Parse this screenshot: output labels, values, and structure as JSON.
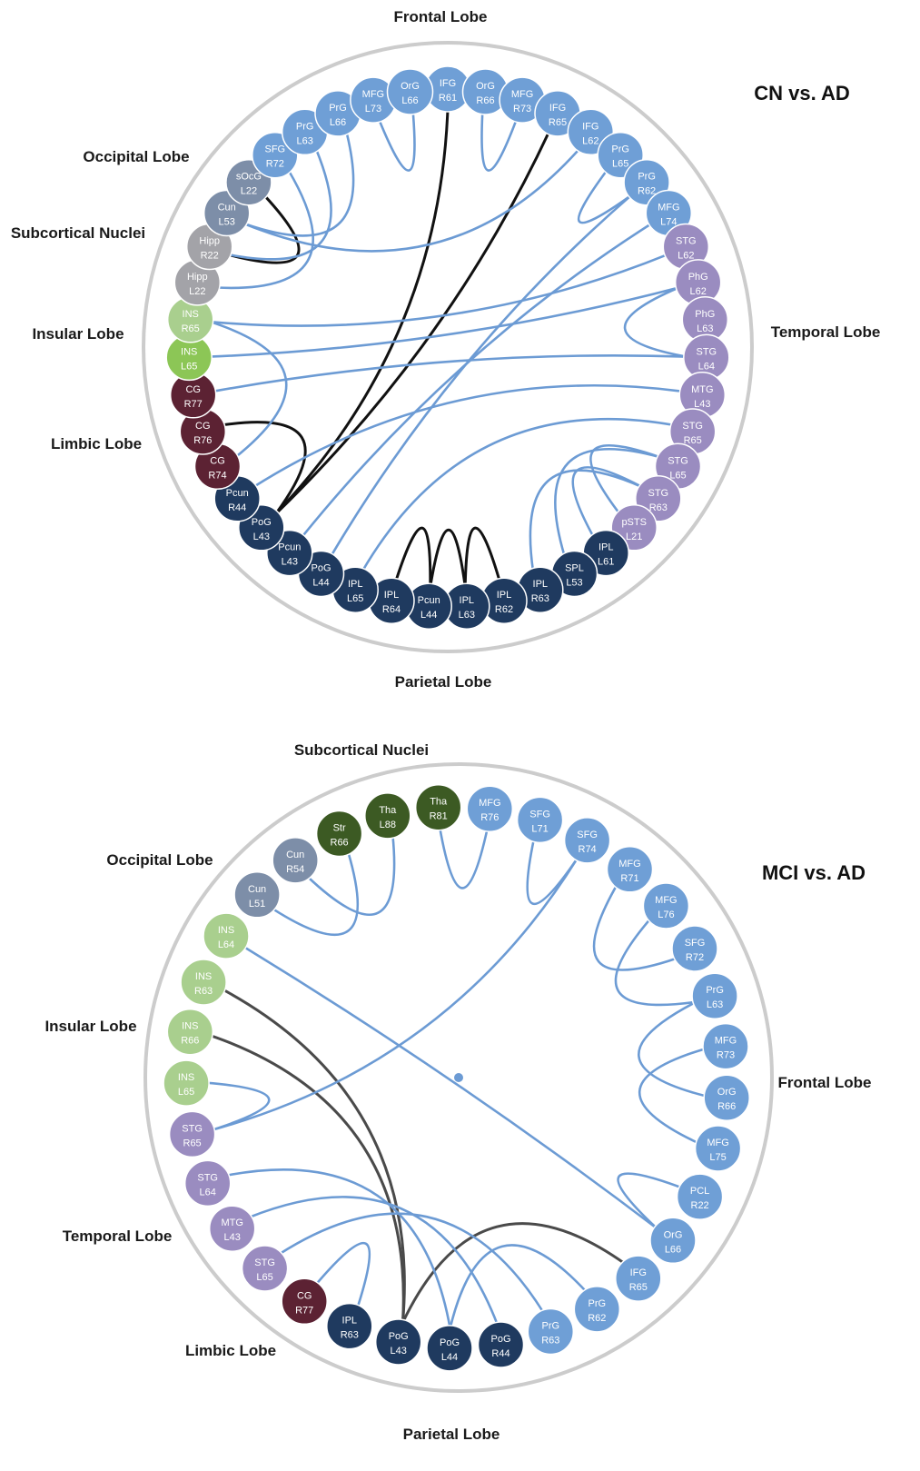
{
  "panels": [
    {
      "title": "CN vs. AD",
      "lobes": [
        {
          "key": "frontal",
          "text": "Frontal Lobe"
        },
        {
          "key": "occipital",
          "text": "Occipital Lobe"
        },
        {
          "key": "subcortical",
          "text": "Subcortical Nuclei"
        },
        {
          "key": "insular",
          "text": "Insular Lobe"
        },
        {
          "key": "limbic",
          "text": "Limbic Lobe"
        },
        {
          "key": "temporal",
          "text": "Temporal Lobe"
        },
        {
          "key": "parietal",
          "text": "Parietal Lobe"
        }
      ],
      "nodes": [
        {
          "id": "IFG_R61",
          "name": "IFG",
          "code": "R61",
          "lobe": "frontal"
        },
        {
          "id": "OrG_R66",
          "name": "OrG",
          "code": "R66",
          "lobe": "frontal"
        },
        {
          "id": "MFG_R73",
          "name": "MFG",
          "code": "R73",
          "lobe": "frontal"
        },
        {
          "id": "IFG_R65",
          "name": "IFG",
          "code": "R65",
          "lobe": "frontal"
        },
        {
          "id": "IFG_L62",
          "name": "IFG",
          "code": "L62",
          "lobe": "frontal"
        },
        {
          "id": "PrG_L65",
          "name": "PrG",
          "code": "L65",
          "lobe": "frontal"
        },
        {
          "id": "PrG_R62",
          "name": "PrG",
          "code": "R62",
          "lobe": "frontal"
        },
        {
          "id": "MFG_L74",
          "name": "MFG",
          "code": "L74",
          "lobe": "frontal"
        },
        {
          "id": "STG_L62",
          "name": "STG",
          "code": "L62",
          "lobe": "temporal"
        },
        {
          "id": "PhG_R62",
          "name": "PhG",
          "code": "L62",
          "lobe": "temporal"
        },
        {
          "id": "PhG_L63",
          "name": "PhG",
          "code": "L63",
          "lobe": "temporal"
        },
        {
          "id": "STG_L64",
          "name": "STG",
          "code": "L64",
          "lobe": "temporal"
        },
        {
          "id": "MTG_L43",
          "name": "MTG",
          "code": "L43",
          "lobe": "temporal"
        },
        {
          "id": "STG_R65",
          "name": "STG",
          "code": "R65",
          "lobe": "temporal"
        },
        {
          "id": "STG_L65",
          "name": "STG",
          "code": "L65",
          "lobe": "temporal"
        },
        {
          "id": "STG_R63",
          "name": "STG",
          "code": "R63",
          "lobe": "temporal"
        },
        {
          "id": "pSTS_L21",
          "name": "pSTS",
          "code": "L21",
          "lobe": "temporal"
        },
        {
          "id": "IPL_L61",
          "name": "IPL",
          "code": "L61",
          "lobe": "parietal"
        },
        {
          "id": "SPL_L53",
          "name": "SPL",
          "code": "L53",
          "lobe": "parietal"
        },
        {
          "id": "IPL_R63",
          "name": "IPL",
          "code": "R63",
          "lobe": "parietal"
        },
        {
          "id": "IPL_R62",
          "name": "IPL",
          "code": "R62",
          "lobe": "parietal"
        },
        {
          "id": "IPL_L63",
          "name": "IPL",
          "code": "L63",
          "lobe": "parietal"
        },
        {
          "id": "Pcun_L44",
          "name": "Pcun",
          "code": "L44",
          "lobe": "parietal"
        },
        {
          "id": "IPL_R64",
          "name": "IPL",
          "code": "R64",
          "lobe": "parietal"
        },
        {
          "id": "IPL_L65",
          "name": "IPL",
          "code": "L65",
          "lobe": "parietal"
        },
        {
          "id": "PoG_L44",
          "name": "PoG",
          "code": "L44",
          "lobe": "parietal"
        },
        {
          "id": "Pcun_L43",
          "name": "Pcun",
          "code": "L43",
          "lobe": "parietal"
        },
        {
          "id": "PoG_L43",
          "name": "PoG",
          "code": "L43",
          "lobe": "parietal"
        },
        {
          "id": "Pcun_R44",
          "name": "Pcun",
          "code": "R44",
          "lobe": "parietal"
        },
        {
          "id": "CG_R74",
          "name": "CG",
          "code": "R74",
          "lobe": "limbic"
        },
        {
          "id": "CG_R76",
          "name": "CG",
          "code": "R76",
          "lobe": "limbic"
        },
        {
          "id": "CG_R77",
          "name": "CG",
          "code": "R77",
          "lobe": "limbic"
        },
        {
          "id": "INS_L65",
          "name": "INS",
          "code": "L65",
          "lobe": "insular",
          "shade": "#8cc656"
        },
        {
          "id": "INS_R65",
          "name": "INS",
          "code": "R65",
          "lobe": "insular"
        },
        {
          "id": "Hipp_L22",
          "name": "Hipp",
          "code": "L22",
          "lobe": "subcortical"
        },
        {
          "id": "Hipp_R22",
          "name": "Hipp",
          "code": "R22",
          "lobe": "subcortical"
        },
        {
          "id": "Cun_L53",
          "name": "Cun",
          "code": "L53",
          "lobe": "occipital"
        },
        {
          "id": "sOcG_L22",
          "name": "sOcG",
          "code": "L22",
          "lobe": "occipital"
        },
        {
          "id": "SFG_R72",
          "name": "SFG",
          "code": "R72",
          "lobe": "frontal"
        },
        {
          "id": "PrG_L63",
          "name": "PrG",
          "code": "L63",
          "lobe": "frontal"
        },
        {
          "id": "PrG_L66",
          "name": "PrG",
          "code": "L66",
          "lobe": "frontal"
        },
        {
          "id": "MFG_L73",
          "name": "MFG",
          "code": "L73",
          "lobe": "frontal"
        },
        {
          "id": "OrG_L66",
          "name": "OrG",
          "code": "L66",
          "lobe": "frontal"
        }
      ],
      "edges": [
        {
          "from": "IFG_R61",
          "to": "PoG_L43",
          "strength": "strong"
        },
        {
          "from": "IFG_R65",
          "to": "PoG_L43",
          "strength": "strong"
        },
        {
          "from": "sOcG_L22",
          "to": "Hipp_R22",
          "strength": "strong"
        },
        {
          "from": "CG_R76",
          "to": "PoG_L43",
          "strength": "strong"
        },
        {
          "from": "IPL_R64",
          "to": "Pcun_L44",
          "strength": "strong"
        },
        {
          "from": "Pcun_L44",
          "to": "IPL_L63",
          "strength": "strong"
        },
        {
          "from": "IPL_L63",
          "to": "IPL_R62",
          "strength": "strong"
        },
        {
          "from": "Cun_L53",
          "to": "IFG_L62",
          "strength": "normal"
        },
        {
          "from": "INS_R65",
          "to": "STG_L62",
          "strength": "normal"
        },
        {
          "from": "INS_L65",
          "to": "PhG_R62",
          "strength": "normal"
        },
        {
          "from": "CG_R77",
          "to": "STG_L64",
          "strength": "normal"
        },
        {
          "from": "Hipp_L22",
          "to": "SFG_R72",
          "strength": "normal"
        },
        {
          "from": "PrG_L63",
          "to": "Hipp_R22",
          "strength": "normal"
        },
        {
          "from": "PrG_L66",
          "to": "Cun_L53",
          "strength": "normal"
        },
        {
          "from": "MFG_L73",
          "to": "OrG_L66",
          "strength": "normal"
        },
        {
          "from": "OrG_R66",
          "to": "MFG_R73",
          "strength": "normal"
        },
        {
          "from": "PrG_L65",
          "to": "PrG_R62",
          "strength": "normal"
        },
        {
          "from": "PhG_R62",
          "to": "STG_L64",
          "strength": "normal"
        },
        {
          "from": "STG_R65",
          "to": "IPL_L65",
          "strength": "normal"
        },
        {
          "from": "STG_L65",
          "to": "pSTS_L21",
          "strength": "normal"
        },
        {
          "from": "STG_R63",
          "to": "IPL_L61",
          "strength": "normal"
        },
        {
          "from": "SPL_L53",
          "to": "STG_L65",
          "strength": "normal"
        },
        {
          "from": "CG_R74",
          "to": "INS_R65",
          "strength": "normal"
        },
        {
          "from": "Pcun_L43",
          "to": "MFG_L74",
          "strength": "normal"
        },
        {
          "from": "PoG_L44",
          "to": "PrG_R62",
          "strength": "normal"
        },
        {
          "from": "Pcun_R44",
          "to": "MTG_L43",
          "strength": "normal"
        },
        {
          "from": "IPL_R63",
          "to": "STG_R63",
          "strength": "normal"
        }
      ]
    },
    {
      "title": "MCI vs. AD",
      "lobes": [
        {
          "key": "subcortical",
          "text": "Subcortical Nuclei"
        },
        {
          "key": "occipital",
          "text": "Occipital Lobe"
        },
        {
          "key": "insular",
          "text": "Insular Lobe"
        },
        {
          "key": "frontal",
          "text": "Frontal Lobe"
        },
        {
          "key": "temporal",
          "text": "Temporal Lobe"
        },
        {
          "key": "limbic",
          "text": "Limbic Lobe"
        },
        {
          "key": "parietal",
          "text": "Parietal Lobe"
        }
      ],
      "nodes": [
        {
          "id": "MFG_R76",
          "name": "MFG",
          "code": "R76",
          "lobe": "frontal"
        },
        {
          "id": "SFG_L71",
          "name": "SFG",
          "code": "L71",
          "lobe": "frontal"
        },
        {
          "id": "SFG_R74",
          "name": "SFG",
          "code": "R74",
          "lobe": "frontal"
        },
        {
          "id": "MFG_R71",
          "name": "MFG",
          "code": "R71",
          "lobe": "frontal"
        },
        {
          "id": "MFG_L76",
          "name": "MFG",
          "code": "L76",
          "lobe": "frontal"
        },
        {
          "id": "SFG_R72",
          "name": "SFG",
          "code": "R72",
          "lobe": "frontal"
        },
        {
          "id": "PrG_L63",
          "name": "PrG",
          "code": "L63",
          "lobe": "frontal"
        },
        {
          "id": "MFG_R73",
          "name": "MFG",
          "code": "R73",
          "lobe": "frontal"
        },
        {
          "id": "OrG_R66",
          "name": "OrG",
          "code": "R66",
          "lobe": "frontal"
        },
        {
          "id": "MFG_L75",
          "name": "MFG",
          "code": "L75",
          "lobe": "frontal"
        },
        {
          "id": "PCL_R22",
          "name": "PCL",
          "code": "R22",
          "lobe": "frontal"
        },
        {
          "id": "OrG_L66",
          "name": "OrG",
          "code": "L66",
          "lobe": "frontal"
        },
        {
          "id": "IFG_R65",
          "name": "IFG",
          "code": "R65",
          "lobe": "frontal"
        },
        {
          "id": "PrG_R62",
          "name": "PrG",
          "code": "R62",
          "lobe": "frontal"
        },
        {
          "id": "PrG_R63",
          "name": "PrG",
          "code": "R63",
          "lobe": "frontal"
        },
        {
          "id": "PoG_R44",
          "name": "PoG",
          "code": "R44",
          "lobe": "parietal"
        },
        {
          "id": "PoG_L44",
          "name": "PoG",
          "code": "L44",
          "lobe": "parietal"
        },
        {
          "id": "PoG_L43",
          "name": "PoG",
          "code": "L43",
          "lobe": "parietal"
        },
        {
          "id": "IPL_R63",
          "name": "IPL",
          "code": "R63",
          "lobe": "parietal"
        },
        {
          "id": "CG_R77",
          "name": "CG",
          "code": "R77",
          "lobe": "limbic"
        },
        {
          "id": "STG_L65",
          "name": "STG",
          "code": "L65",
          "lobe": "temporal"
        },
        {
          "id": "MTG_L43",
          "name": "MTG",
          "code": "L43",
          "lobe": "temporal"
        },
        {
          "id": "STG_L64",
          "name": "STG",
          "code": "L64",
          "lobe": "temporal"
        },
        {
          "id": "STG_R65",
          "name": "STG",
          "code": "R65",
          "lobe": "temporal"
        },
        {
          "id": "INS_L65",
          "name": "INS",
          "code": "L65",
          "lobe": "insular"
        },
        {
          "id": "INS_R66",
          "name": "INS",
          "code": "R66",
          "lobe": "insular"
        },
        {
          "id": "INS_R63",
          "name": "INS",
          "code": "R63",
          "lobe": "insular"
        },
        {
          "id": "INS_L64",
          "name": "INS",
          "code": "L64",
          "lobe": "insular"
        },
        {
          "id": "Cun_L51",
          "name": "Cun",
          "code": "L51",
          "lobe": "occipital"
        },
        {
          "id": "Cun_R54",
          "name": "Cun",
          "code": "R54",
          "lobe": "occipital"
        },
        {
          "id": "Str_R66",
          "name": "Str",
          "code": "R66",
          "lobe": "subcortical"
        },
        {
          "id": "Tha_L88",
          "name": "Tha",
          "code": "L88",
          "lobe": "subcortical"
        },
        {
          "id": "Tha_R81",
          "name": "Tha",
          "code": "R81",
          "lobe": "subcortical"
        }
      ],
      "edges": [
        {
          "from": "INS_R63",
          "to": "PoG_L43",
          "strength": "strong"
        },
        {
          "from": "INS_R66",
          "to": "PoG_L43",
          "strength": "strong"
        },
        {
          "from": "PoG_L43",
          "to": "IFG_R65",
          "strength": "strong"
        },
        {
          "from": "INS_L64",
          "to": "OrG_L66",
          "strength": "normal"
        },
        {
          "from": "Cun_L51",
          "to": "Str_R66",
          "strength": "normal"
        },
        {
          "from": "Cun_R54",
          "to": "Tha_L88",
          "strength": "normal"
        },
        {
          "from": "Tha_R81",
          "to": "MFG_R76",
          "strength": "normal"
        },
        {
          "from": "SFG_L71",
          "to": "SFG_R74",
          "strength": "normal"
        },
        {
          "from": "SFG_R74",
          "to": "STG_R65",
          "strength": "normal"
        },
        {
          "from": "MFG_R71",
          "to": "SFG_R72",
          "strength": "normal"
        },
        {
          "from": "MFG_L76",
          "to": "PrG_L63",
          "strength": "normal"
        },
        {
          "from": "PrG_L63",
          "to": "OrG_R66",
          "strength": "normal"
        },
        {
          "from": "MFG_R73",
          "to": "MFG_L75",
          "strength": "normal"
        },
        {
          "from": "PCL_R22",
          "to": "OrG_L66",
          "strength": "normal"
        },
        {
          "from": "INS_L65",
          "to": "STG_R65",
          "strength": "normal"
        },
        {
          "from": "STG_L64",
          "to": "PoG_L44",
          "strength": "normal"
        },
        {
          "from": "MTG_L43",
          "to": "PoG_R44",
          "strength": "normal"
        },
        {
          "from": "STG_L65",
          "to": "PrG_R63",
          "strength": "normal"
        },
        {
          "from": "CG_R77",
          "to": "IPL_R63",
          "strength": "normal"
        },
        {
          "from": "PoG_L44",
          "to": "PrG_R62",
          "strength": "normal"
        }
      ]
    }
  ],
  "colors": {
    "frontal": "#6f9fd6",
    "temporal": "#9a8cc0",
    "parietal": "#1f3a5f",
    "limbic": "#5c2233",
    "insular": "#a9cf8e",
    "subcortical_cn": "#a3a3a8",
    "subcortical_mci": "#3c5a23",
    "occipital": "#7d8ea8",
    "edge_normal": "#6c9bd4",
    "edge_strong": "#111111",
    "edge_strong_mci": "#4a4a4a",
    "ring": "#cccccc"
  }
}
